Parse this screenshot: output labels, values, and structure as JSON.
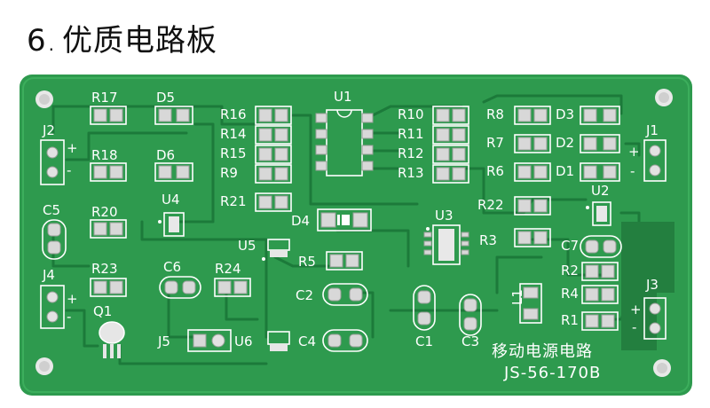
{
  "heading": {
    "number": "6",
    "dot": ".",
    "title": "优质电路板"
  },
  "board": {
    "name": "移动电源电路",
    "code": "JS-56-170B",
    "colors": {
      "pcb": "#2e9a4e",
      "pcb_dark": "#1c7a3a",
      "silk": "#ffffff",
      "pad": "#d8d8d8"
    },
    "labels": {
      "r17": "R17",
      "d5": "D5",
      "r18": "R18",
      "d6": "D6",
      "j2": "J2",
      "c5": "C5",
      "r20": "R20",
      "u4": "U4",
      "j4": "J4",
      "r23": "R23",
      "c6": "C6",
      "r24": "R24",
      "q1": "Q1",
      "j5": "J5",
      "u6": "U6",
      "u5": "U5",
      "r16": "R16",
      "r14": "R14",
      "r15": "R15",
      "r9": "R9",
      "r21": "R21",
      "u1": "U1",
      "d4": "D4",
      "r5": "R5",
      "c2": "C2",
      "c4": "C4",
      "u3": "U3",
      "r3": "R3",
      "c1": "C1",
      "c3": "C3",
      "r10": "R10",
      "r11": "R11",
      "r12": "R12",
      "r13": "R13",
      "r8": "R8",
      "r7": "R7",
      "r6": "R6",
      "d3": "D3",
      "d2": "D2",
      "d1": "D1",
      "j1": "J1",
      "u2": "U2",
      "r22": "R22",
      "c7": "C7",
      "r2": "R2",
      "r4": "R4",
      "r1": "R1",
      "j3": "J3",
      "l1": "L1"
    },
    "polarity": {
      "plus": "+",
      "minus": "-"
    }
  }
}
